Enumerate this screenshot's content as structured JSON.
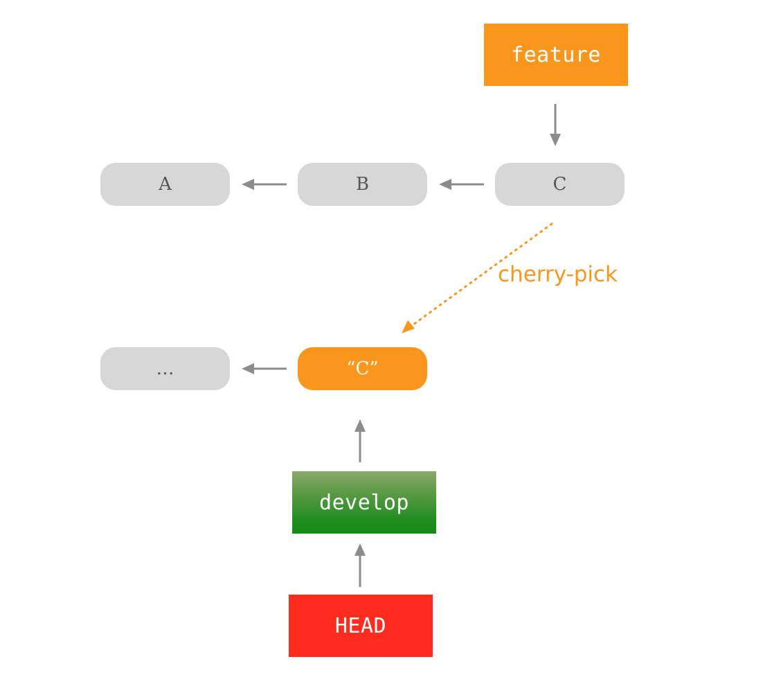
{
  "commits": {
    "a": "A",
    "b": "B",
    "c": "C",
    "ellipsis": "…",
    "c_copy": "“C”"
  },
  "branches": {
    "feature": "feature",
    "develop": "develop",
    "head": "HEAD"
  },
  "annotation": {
    "cherry_pick": "cherry-pick"
  },
  "colors": {
    "commit_gray": "#d7d7d7",
    "feature_orange": "#fb961d",
    "develop_green": "#1f8d1f",
    "head_red": "#ff2b1f",
    "arrow_gray": "#8c8c8c"
  }
}
